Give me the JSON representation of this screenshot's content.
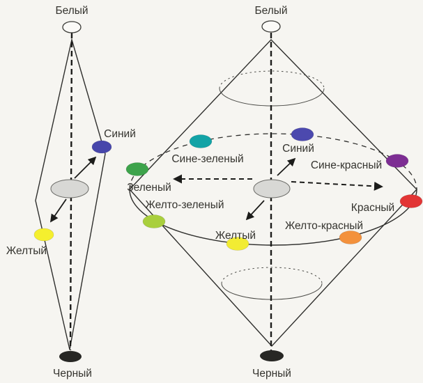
{
  "figure": {
    "background": "#f6f5f1"
  },
  "neutrals": {
    "white": "#fbfaf7",
    "gray": "#d8d8d5",
    "black": "#272724"
  },
  "left_diagram": {
    "top_label": "Белый",
    "bottom_label": "Черный",
    "hues": [
      {
        "label": "Синий",
        "hex": "#4746ab"
      },
      {
        "label": "Желтый",
        "hex": "#f5ef2e"
      }
    ]
  },
  "right_diagram": {
    "top_label": "Белый",
    "bottom_label": "Черный",
    "hues": [
      {
        "label": "Зеленый",
        "hex": "#3da34b"
      },
      {
        "label": "Сине-зеленый",
        "hex": "#13a3a6"
      },
      {
        "label": "Синий",
        "hex": "#4c49ae"
      },
      {
        "label": "Сине-красный",
        "hex": "#7d2e93"
      },
      {
        "label": "Красный",
        "hex": "#e23535"
      },
      {
        "label": "Желто-красный",
        "hex": "#f3913c"
      },
      {
        "label": "Желтый",
        "hex": "#f2ec33"
      },
      {
        "label": "Желто-зеленый",
        "hex": "#a9cf3d"
      }
    ]
  }
}
